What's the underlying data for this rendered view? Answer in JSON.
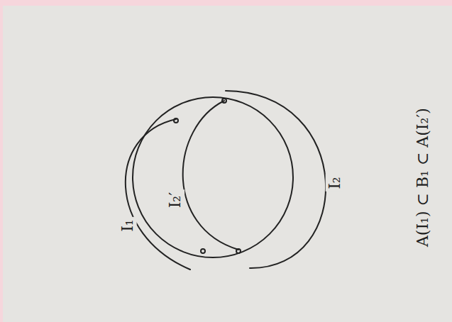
{
  "diagram": {
    "labels": [
      "I₁",
      "I₂′",
      "I₂",
      "A(I₁) ⊂ B₁ ⊂ A(I₂′)"
    ]
  }
}
